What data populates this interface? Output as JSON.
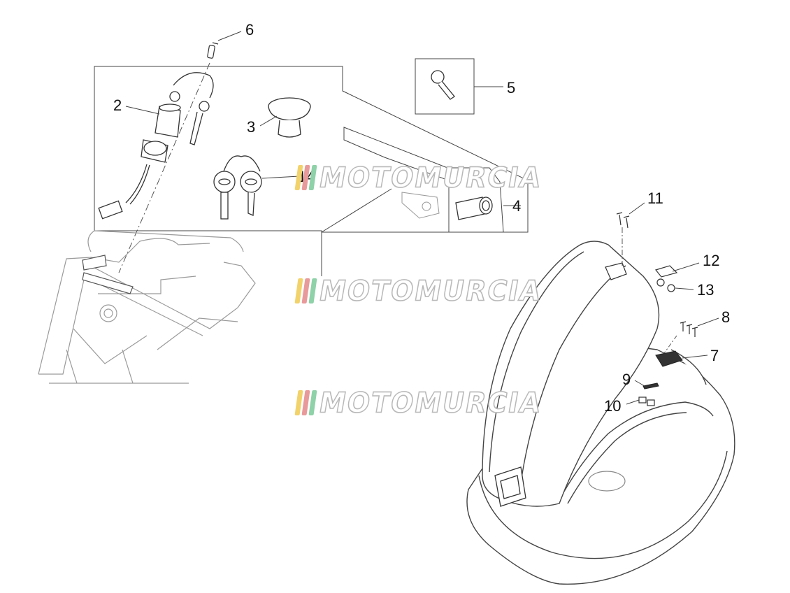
{
  "diagram": {
    "callouts": [
      {
        "id": "6",
        "label": "6"
      },
      {
        "id": "2",
        "label": "2"
      },
      {
        "id": "3",
        "label": "3"
      },
      {
        "id": "5",
        "label": "5"
      },
      {
        "id": "14",
        "label": "14"
      },
      {
        "id": "4",
        "label": "4"
      },
      {
        "id": "11",
        "label": "11"
      },
      {
        "id": "12",
        "label": "12"
      },
      {
        "id": "13",
        "label": "13"
      },
      {
        "id": "8",
        "label": "8"
      },
      {
        "id": "7",
        "label": "7"
      },
      {
        "id": "9",
        "label": "9"
      },
      {
        "id": "10",
        "label": "10"
      }
    ]
  },
  "watermark": {
    "text": "MOTOMURCIA",
    "stripe_colors": [
      "#f2d26b",
      "#e89a9a",
      "#8fd1a8"
    ]
  },
  "colors": {
    "line": "#333333",
    "light_line": "#9a9a9a",
    "leader": "#444444"
  }
}
